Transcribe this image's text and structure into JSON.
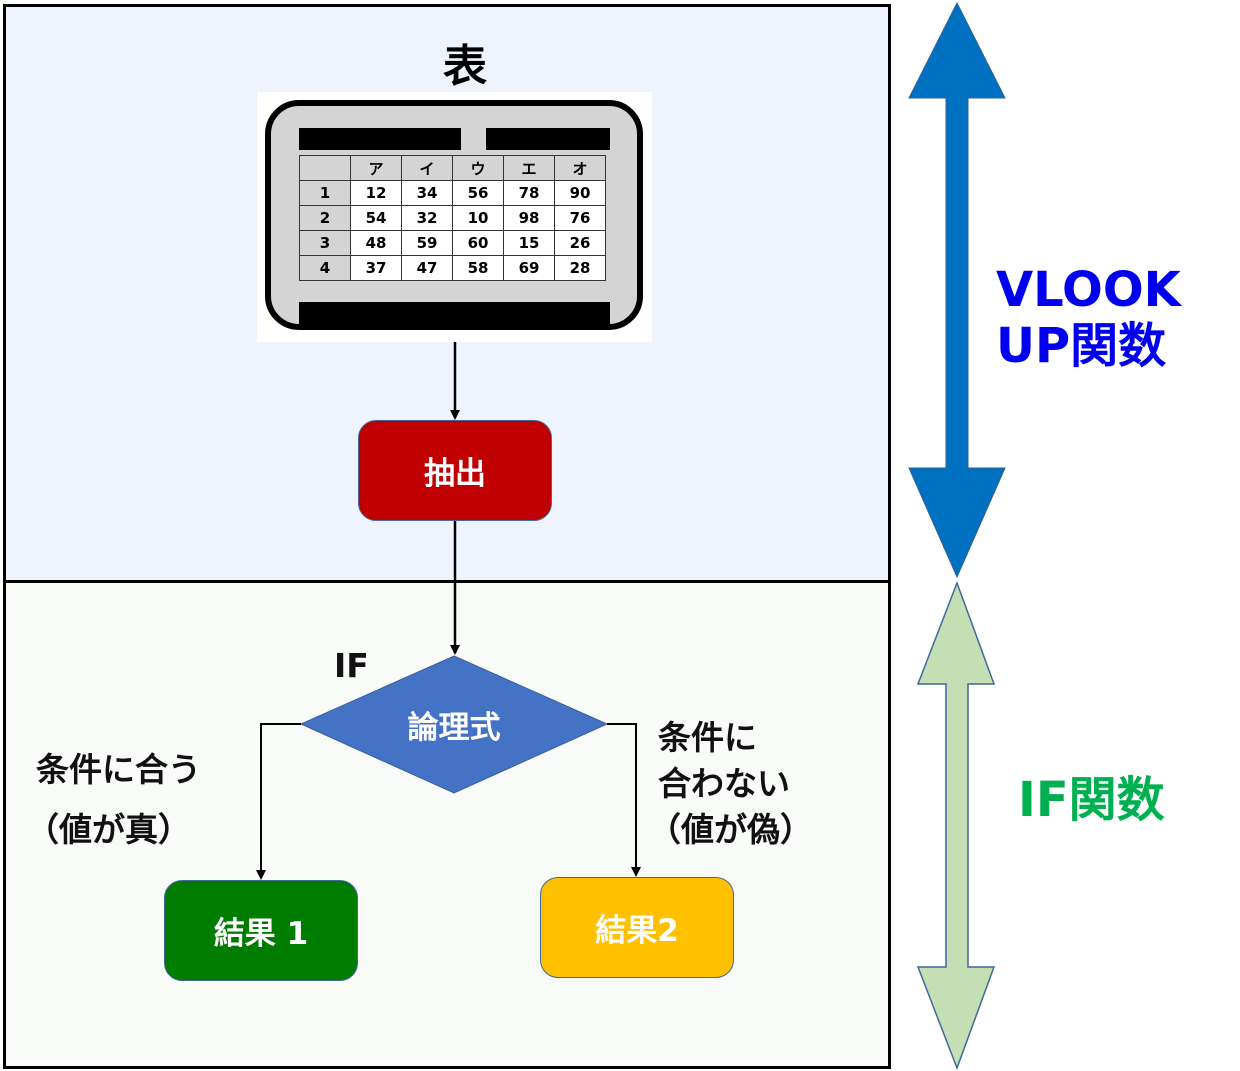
{
  "diagram": {
    "vlookup_section": {
      "title": "表",
      "table": {
        "headers": [
          "",
          "ア",
          "イ",
          "ウ",
          "エ",
          "オ"
        ],
        "rows": [
          {
            "label": "1",
            "values": [
              "12",
              "34",
              "56",
              "78",
              "90"
            ]
          },
          {
            "label": "2",
            "values": [
              "54",
              "32",
              "10",
              "98",
              "76"
            ]
          },
          {
            "label": "3",
            "values": [
              "48",
              "59",
              "60",
              "15",
              "26"
            ]
          },
          {
            "label": "4",
            "values": [
              "37",
              "47",
              "58",
              "69",
              "28"
            ]
          }
        ]
      },
      "extract_label": "抽出",
      "side_label_line1": "VLOOK",
      "side_label_line2": "UP関数"
    },
    "if_section": {
      "if_label": "IF",
      "condition_label": "論理式",
      "true_label_line1": "条件に合う",
      "true_label_line2": "（値が真）",
      "false_label_line1": "条件に",
      "false_label_line2": "合わない",
      "false_label_line3": "（値が偽）",
      "result1_label": "結果 1",
      "result2_label": "結果2",
      "side_label": "IF関数"
    }
  },
  "colors": {
    "extract": "#c00000",
    "diamond": "#4472c4",
    "result1": "#007d00",
    "result2": "#ffc000",
    "vlookup_arrow": "#0070c0",
    "vlookup_text": "#0000ee",
    "if_arrow": "#c5dfb4",
    "if_text": "#00b050"
  }
}
